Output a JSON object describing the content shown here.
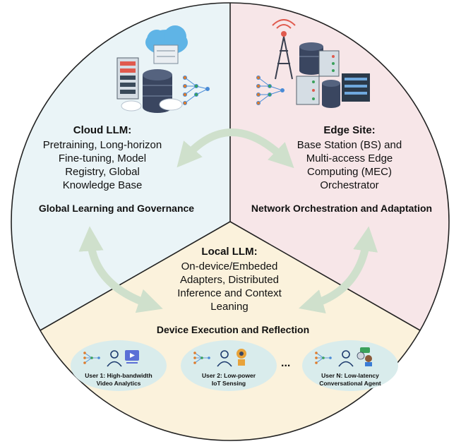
{
  "colors": {
    "cloud_bg": "#eaf4f7",
    "edge_bg": "#f7e6e8",
    "local_bg": "#fbf2dc",
    "divider": "#222222",
    "arrow": "#cfe0cc",
    "pill_bg": "#d9ecec",
    "accent_blue": "#2f6fd0"
  },
  "cloud": {
    "title": "Cloud LLM:",
    "lines": [
      "Pretraining, Long-horizon",
      "Fine-tuning, Model",
      "Registry, Global",
      "Knowledge Base"
    ],
    "role": "Global Learning and Governance"
  },
  "edge": {
    "title": "Edge Site:",
    "lines": [
      "Base Station (BS) and",
      "Multi-access Edge",
      "Computing (MEC)",
      "Orchestrator"
    ],
    "role": "Network Orchestration and Adaptation"
  },
  "local": {
    "title": "Local LLM:",
    "lines": [
      "On-device/Embeded",
      "Adapters, Distributed",
      "Inference and Context",
      "Leaning"
    ],
    "role": "Device Execution and Reflection"
  },
  "users": [
    {
      "line1": "User 1:  High-bandwidth",
      "line2": "Video Analytics",
      "device_icon": "video-play-icon"
    },
    {
      "line1": "User 2:  Low-power",
      "line2": "IoT Sensing",
      "device_icon": "robot-sensor-icon"
    },
    {
      "line1": "User N:  Low-latency",
      "line2": "Conversational Agent",
      "device_icon": "chat-agent-icon"
    }
  ],
  "ellipsis": "...",
  "icons": {
    "cloud_cluster": [
      "cloud-server-icon",
      "server-rack-icon",
      "database-icon",
      "cloud-icon",
      "neural-network-icon"
    ],
    "edge_cluster": [
      "radio-tower-icon",
      "database-icon",
      "server-rack-icon",
      "neural-network-icon"
    ]
  }
}
